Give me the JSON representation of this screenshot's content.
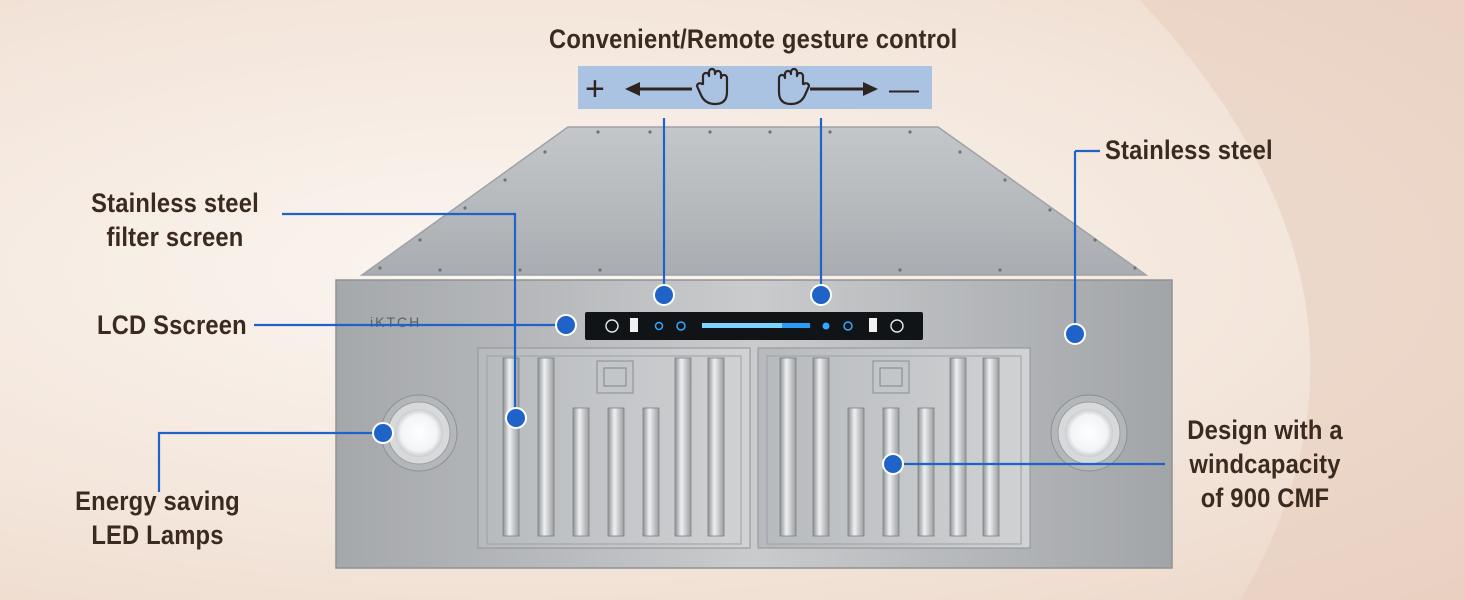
{
  "labels": {
    "gesture_title": "Convenient/Remote gesture control",
    "filter_screen": "Stainless steel\nfilter screen",
    "lcd_screen": "LCD Sscreen",
    "stainless_steel": "Stainless steel",
    "led_lamps": "Energy saving\nLED Lamps",
    "wind_capacity": "Design with a\nwindcapacity\nof 900 CMF"
  },
  "gesture_banner": {
    "plus_symbol": "+",
    "minus_symbol": "—",
    "left_icon": "hand-icon",
    "right_icon": "hand-icon"
  },
  "product": {
    "brand": "iKTCH",
    "display_icons": [
      "gesture-icon",
      "light-icon",
      "timer-icon",
      "fan-icon",
      "power-icon",
      "gesture-icon"
    ]
  },
  "colors": {
    "callout_blue": "#1f63c8",
    "banner_blue": "#aac3e3",
    "label_text": "#3a2a20"
  }
}
